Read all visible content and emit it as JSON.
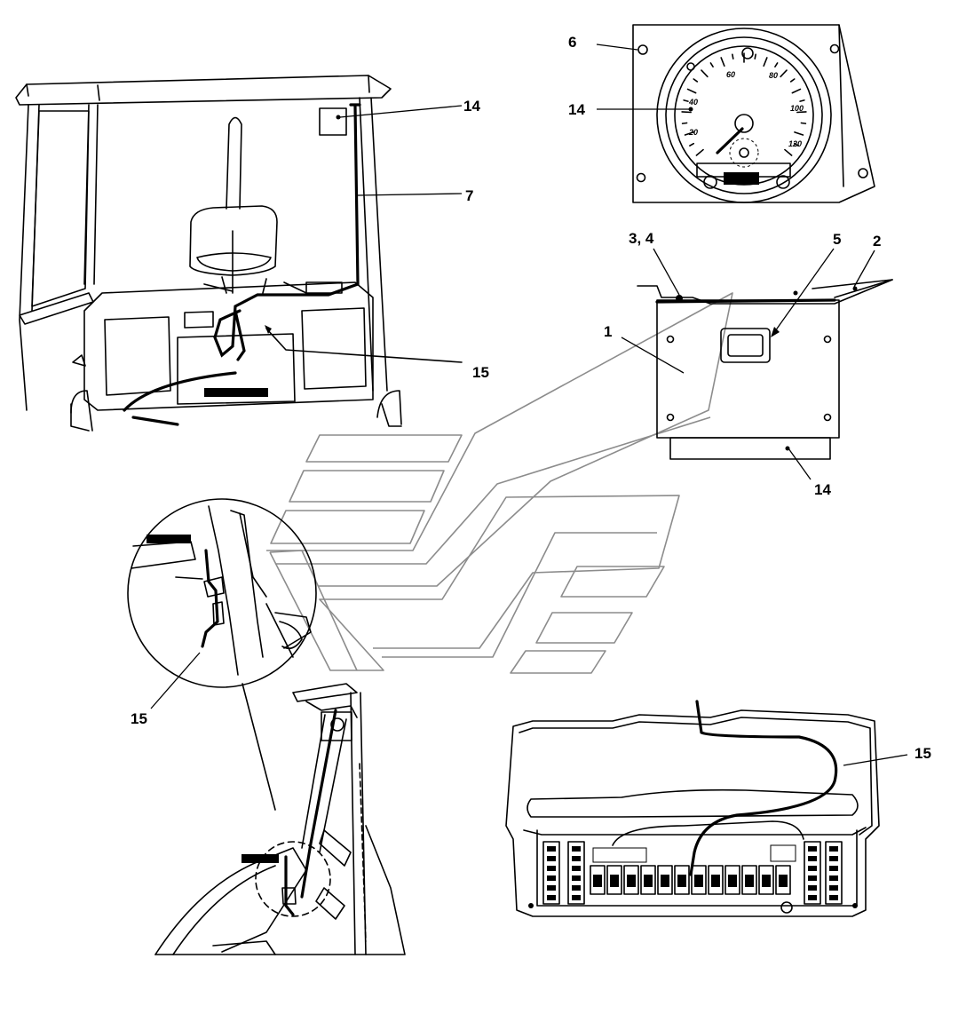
{
  "diagram": {
    "callouts": {
      "c14_cab": "14",
      "c7": "7",
      "c15_cab": "15",
      "c6": "6",
      "c14_gauge": "14",
      "c34": "3, 4",
      "c5": "5",
      "c2": "2",
      "c1": "1",
      "c14_box": "14",
      "c15_detail": "15",
      "c15_block": "15"
    },
    "speedometer_scale": [
      "20",
      "40",
      "60",
      "80",
      "100",
      "120"
    ]
  }
}
